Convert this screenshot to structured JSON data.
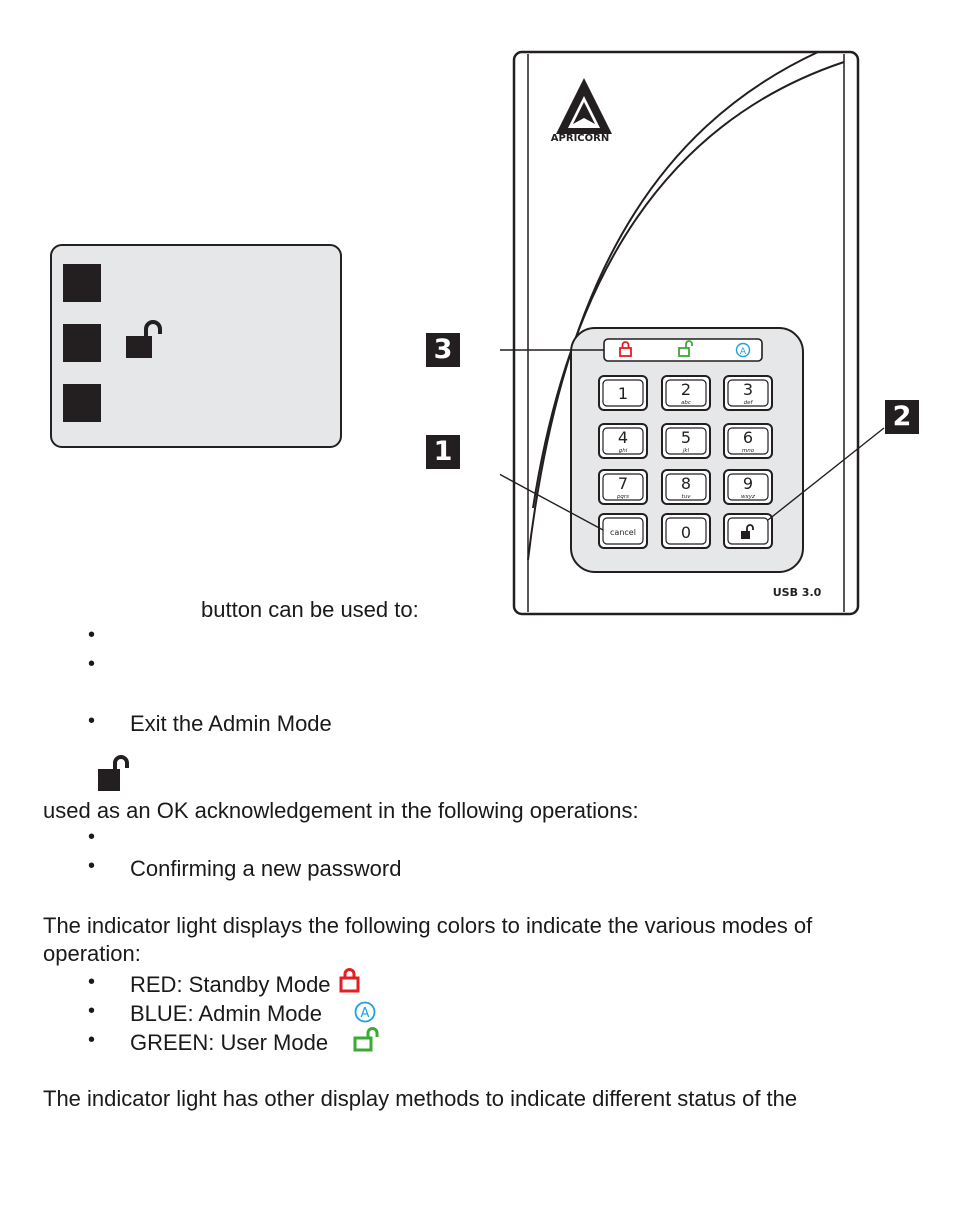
{
  "device": {
    "brand": "APRICORN",
    "usb_label": "USB 3.0",
    "callouts": [
      "1",
      "2",
      "3"
    ],
    "keys": [
      {
        "digit": "1",
        "letters": ""
      },
      {
        "digit": "2",
        "letters": "abc"
      },
      {
        "digit": "3",
        "letters": "def"
      },
      {
        "digit": "4",
        "letters": "ghi"
      },
      {
        "digit": "5",
        "letters": "jkl"
      },
      {
        "digit": "6",
        "letters": "mno"
      },
      {
        "digit": "7",
        "letters": "pqrs"
      },
      {
        "digit": "8",
        "letters": "tuv"
      },
      {
        "digit": "9",
        "letters": "wxyz"
      }
    ],
    "cancel_label": "cancel",
    "zero_label": "0",
    "led_colors": {
      "red": "#e31e24",
      "green": "#3aaa35",
      "blue": "#1ba1e2"
    }
  },
  "body": {
    "cancel_intro": "button can be used to:",
    "cancel_items": [
      "",
      "",
      "Exit the Admin Mode"
    ],
    "ok_intro": "used as an OK acknowledgement in the following operations:",
    "ok_items": [
      "",
      "Confirming a new password"
    ],
    "indicator_intro_line1": "The indicator light displays the following colors to indicate the various modes of",
    "indicator_intro_line2": "operation:",
    "modes": [
      {
        "label": "RED: Standby Mode",
        "icon": "red-lock-icon"
      },
      {
        "label": "BLUE: Admin Mode",
        "icon": "blue-admin-icon"
      },
      {
        "label": "GREEN: User Mode",
        "icon": "green-unlock-icon"
      }
    ],
    "footer_line": "The indicator light has other display methods to indicate different status of the"
  }
}
